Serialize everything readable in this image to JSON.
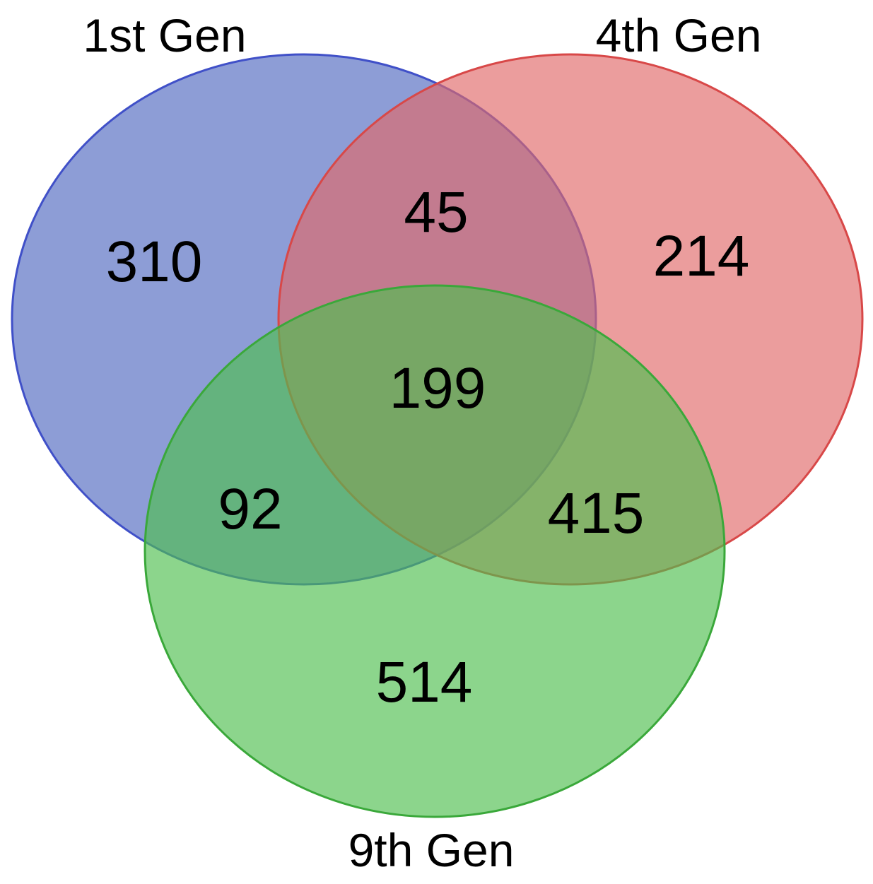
{
  "diagram": {
    "type": "venn3",
    "sets": [
      {
        "label": "1st Gen",
        "fill": "#5068c0",
        "stroke": "#4050c8"
      },
      {
        "label": "4th Gen",
        "fill": "#e06868",
        "stroke": "#d84848"
      },
      {
        "label": "9th Gen",
        "fill": "#4fbf4f",
        "stroke": "#3aa83a"
      }
    ],
    "regions": {
      "only_1st": "310",
      "only_4th": "214",
      "only_9th": "514",
      "1st_and_4th": "45",
      "1st_and_9th": "92",
      "4th_and_9th": "415",
      "all_three": "199"
    }
  }
}
